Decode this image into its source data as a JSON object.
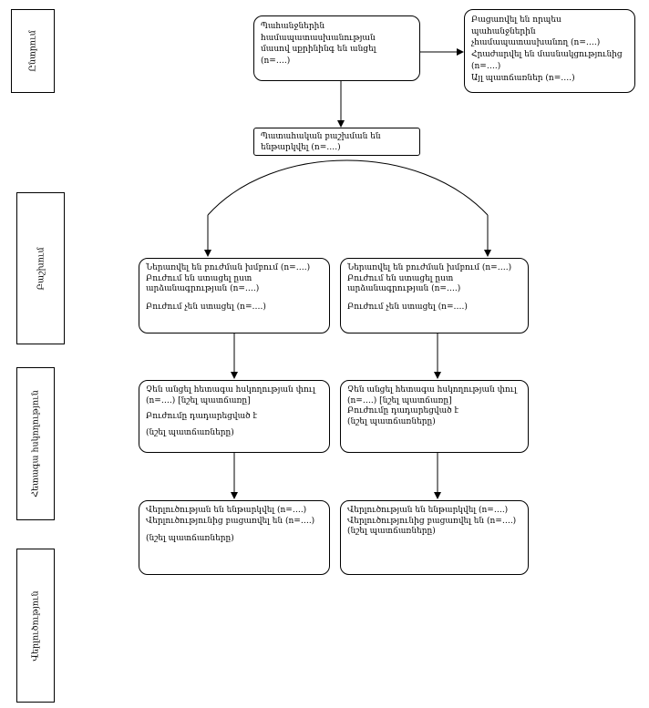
{
  "colors": {
    "line": "#000000",
    "background": "#ffffff"
  },
  "stages": {
    "enrollment": "Ընտրում",
    "allocation": "Բաշխում",
    "follow_up": "Հետագա հսկողություն",
    "analysis": "Վերլուծություն"
  },
  "boxes": {
    "assessed": [
      "Պահանջներին",
      "համապատասխանության",
      "մասով սքրինինգ են անցել",
      "(n=….)"
    ],
    "excluded": [
      "Բացառվել են որպես",
      "պահանջներին",
      "չհամապատասխանող (n=….)",
      "Հրաժարվել են մասնակցությունից",
      "(n=….)",
      "Այլ պատճառներ (n=….)"
    ],
    "randomized": [
      "Պատահական բաշխման են",
      "ենթարկվել (n=….)"
    ],
    "allocation_left": {
      "lines": [
        "Ներառվել են բուժման խմբում (n=….)",
        "Բուժում են ստացել ըստ",
        "արձանագրության (n=….)"
      ],
      "note": "Բուժում չեն ստացել (n=….)"
    },
    "allocation_right": {
      "lines": [
        "Ներառվել են բուժման խմբում (n=….)",
        "Բուժում են ստացել ըստ",
        "արձանագրության (n=….)"
      ],
      "note": "Բուժում չեն ստացել (n=….)"
    },
    "followup_left": {
      "lines": [
        "Չեն անցել հետագա հսկողության փուլ",
        "(n=….) [նշել պատճառը]"
      ],
      "middle": "Բուժումը դադարեցված է",
      "note": "(նշել պատճառները)"
    },
    "followup_right": {
      "lines": [
        "Չեն անցել հետագա հսկողության փուլ",
        "(n=….) [նշել պատճառը]",
        "Բուժումը դադարեցված է",
        "(նշել պատճառները)"
      ]
    },
    "analysis_left": {
      "lines": [
        "Վերլուծության են ենթարկվել (n=….)",
        "Վերլուծությունից բացառվել են (n=….)"
      ],
      "note": "(նշել պատճառները)"
    },
    "analysis_right": {
      "lines": [
        "Վերլուծության են ենթարկվել (n=….)",
        "Վերլուծությունից բացառվել են (n=….)",
        "(նշել պատճառները)"
      ]
    }
  }
}
